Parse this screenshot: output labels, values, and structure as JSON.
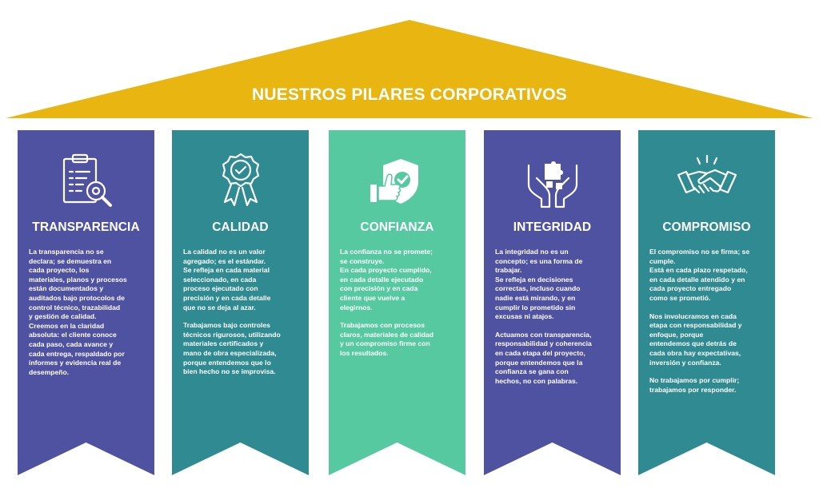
{
  "title": "NUESTROS PILARES CORPORATIVOS",
  "colors": {
    "roof": "#e8b511",
    "purple": "#4f51a1",
    "teal": "#2f8a91",
    "mint": "#57c9a0",
    "text": "#ffffff"
  },
  "pillars": [
    {
      "name": "TRANSPARENCIA",
      "icon": "clipboard-magnifier-icon",
      "color": "#4f51a1",
      "paragraphs": [
        "La transparencia no se\ndeclara; se demuestra en\ncada proyecto, los\nmateriales, planos y procesos\nestán documentados y\nauditados bajo protocolos de\ncontrol técnico, trazabilidad\ny gestión de calidad.\nCreemos en la claridad\nabsoluta: el cliente conoce\ncada paso, cada avance y\ncada entrega, respaldado por\ninformes y evidencia real de\ndesempeño."
      ]
    },
    {
      "name": "CALIDAD",
      "icon": "award-badge-icon",
      "color": "#2f8a91",
      "paragraphs": [
        "La calidad no es un valor\nagregado; es el estándar.\nSe refleja en cada material\nseleccionado, en cada\nproceso ejecutado con\nprecisión y en cada detalle\nque no se deja al azar.",
        "Trabajamos bajo controles\ntécnicos rigurosos, utilizando\nmateriales certificados y\nmano de obra especializada,\nporque entendemos que lo\nbien hecho no se improvisa."
      ]
    },
    {
      "name": "CONFIANZA",
      "icon": "thumbs-up-shield-icon",
      "color": "#57c9a0",
      "paragraphs": [
        "La confianza no se promete;\nse construye.\nEn cada proyecto cumplido,\nen cada detalle ejecutado\ncon precisión y en cada\ncliente que vuelve a\nelegirnos.",
        "Trabajamos con procesos\nclaros, materiales de calidad\ny un compromiso firme con\nlos resultados."
      ]
    },
    {
      "name": "INTEGRIDAD",
      "icon": "hands-puzzle-icon",
      "color": "#4f51a1",
      "paragraphs": [
        "La integridad no es un\nconcepto; es una forma de\ntrabajar.\nSe refleja en decisiones\ncorrectas, incluso cuando\nnadie está mirando, y en\ncumplir lo prometido sin\nexcusas ni atajos.",
        "Actuamos con transparencia,\nresponsabilidad y coherencia\nen cada etapa del proyecto,\nporque entendemos que la\nconfianza se gana con\nhechos, no con palabras."
      ]
    },
    {
      "name": "COMPROMISO",
      "icon": "handshake-icon",
      "color": "#2f8a91",
      "paragraphs": [
        "El compromiso no se firma; se\ncumple.\nEstá en cada plazo respetado,\nen cada detalle atendido y en\ncada proyecto entregado\ncomo se prometió.",
        "Nos involucramos en cada\netapa con responsabilidad y\nenfoque, porque\nentendemos que detrás de\ncada obra hay expectativas,\ninversión y confianza.",
        "No trabajamos por cumplir;\ntrabajamos por responder."
      ]
    }
  ]
}
